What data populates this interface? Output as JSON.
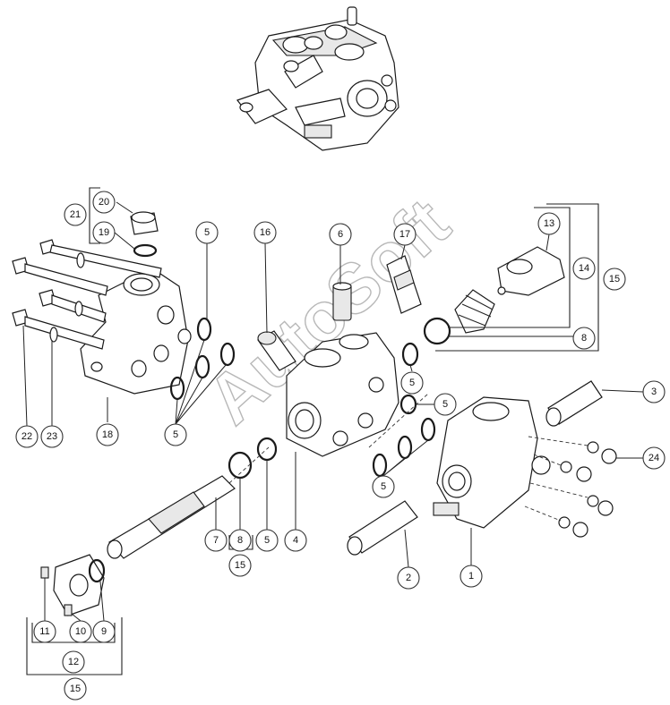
{
  "watermark": "AutoSoft",
  "callouts": {
    "c1": "1",
    "c2": "2",
    "c3": "3",
    "c4": "4",
    "c5a": "5",
    "c5b": "5",
    "c5c": "5",
    "c5d": "5",
    "c5e": "5",
    "c5f": "5",
    "c6": "6",
    "c7": "7",
    "c8a": "8",
    "c8b": "8",
    "c9": "9",
    "c10": "10",
    "c11": "11",
    "c12": "12",
    "c13": "13",
    "c14": "14",
    "c15a": "15",
    "c15b": "15",
    "c15c": "15",
    "c16": "16",
    "c17": "17",
    "c18": "18",
    "c19": "19",
    "c20": "20",
    "c21": "21",
    "c22": "22",
    "c23": "23",
    "c24": "24"
  }
}
